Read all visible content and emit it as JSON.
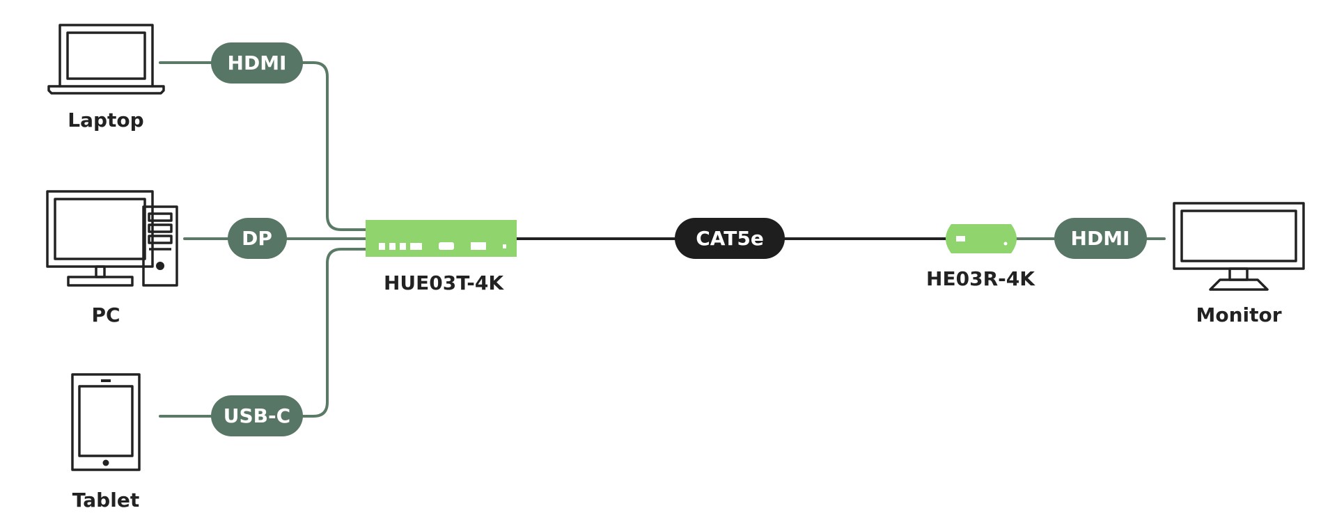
{
  "colors": {
    "line_green": "#5b7a66",
    "pill_green": "#587665",
    "device_green": "#8fd46d",
    "dark": "#222222",
    "cat_pill": "#1e1e1e",
    "white": "#ffffff"
  },
  "devices": {
    "laptop": {
      "label": "Laptop",
      "icon": "laptop-icon"
    },
    "pc": {
      "label": "PC",
      "icon": "desktop-pc-icon"
    },
    "tablet": {
      "label": "Tablet",
      "icon": "tablet-icon"
    },
    "monitor": {
      "label": "Monitor",
      "icon": "monitor-icon"
    }
  },
  "connectors": {
    "laptop_link": "HDMI",
    "pc_link": "DP",
    "tablet_link": "USB-C",
    "cable": "CAT5e",
    "monitor_link": "HDMI"
  },
  "units": {
    "transmitter": {
      "label": "HUE03T-4K"
    },
    "receiver": {
      "label": "HE03R-4K"
    }
  }
}
